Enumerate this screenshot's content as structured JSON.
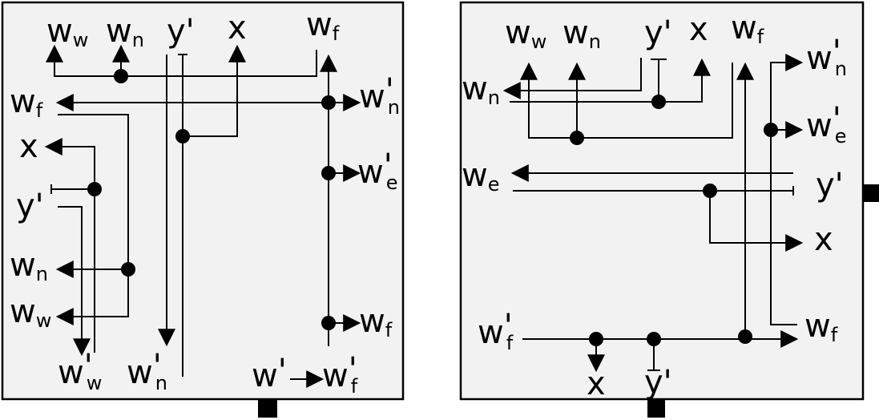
{
  "panels": [
    {
      "labels": {
        "top_ww": {
          "base": "w",
          "sub": "w",
          "prime": ""
        },
        "top_wn": {
          "base": "w",
          "sub": "n",
          "prime": ""
        },
        "top_y": {
          "base": "y",
          "sub": "",
          "prime": "'"
        },
        "top_x": {
          "base": "x",
          "sub": "",
          "prime": ""
        },
        "top_wf": {
          "base": "w",
          "sub": "f",
          "prime": ""
        },
        "left_wf": {
          "base": "w",
          "sub": "f",
          "prime": ""
        },
        "left_x": {
          "base": "x",
          "sub": "",
          "prime": ""
        },
        "left_y": {
          "base": "y",
          "sub": "",
          "prime": "'"
        },
        "left_wn": {
          "base": "w",
          "sub": "n",
          "prime": ""
        },
        "left_ww": {
          "base": "w",
          "sub": "w",
          "prime": ""
        },
        "right_wn_p": {
          "base": "w",
          "sub": "n",
          "prime": "'"
        },
        "right_we_p": {
          "base": "w",
          "sub": "e",
          "prime": "'"
        },
        "right_wf": {
          "base": "w",
          "sub": "f",
          "prime": ""
        },
        "bot_ww_p": {
          "base": "w",
          "sub": "w",
          "prime": "'"
        },
        "bot_wn_p": {
          "base": "w",
          "sub": "n",
          "prime": "'"
        },
        "bot_w_p": {
          "base": "w",
          "sub": "",
          "prime": "'"
        },
        "bot_wf_p": {
          "base": "w",
          "sub": "f",
          "prime": "'"
        }
      }
    },
    {
      "labels": {
        "top_ww": {
          "base": "w",
          "sub": "w",
          "prime": ""
        },
        "top_wn": {
          "base": "w",
          "sub": "n",
          "prime": ""
        },
        "top_y": {
          "base": "y",
          "sub": "",
          "prime": "'"
        },
        "top_x": {
          "base": "x",
          "sub": "",
          "prime": ""
        },
        "top_wf": {
          "base": "w",
          "sub": "f",
          "prime": ""
        },
        "left_wn": {
          "base": "w",
          "sub": "n",
          "prime": ""
        },
        "left_we": {
          "base": "w",
          "sub": "e",
          "prime": ""
        },
        "left_wf_p": {
          "base": "w",
          "sub": "f",
          "prime": "'"
        },
        "right_wn_p": {
          "base": "w",
          "sub": "n",
          "prime": "'"
        },
        "right_we_p": {
          "base": "w",
          "sub": "e",
          "prime": "'"
        },
        "right_y": {
          "base": "y",
          "sub": "",
          "prime": "'"
        },
        "right_x": {
          "base": "x",
          "sub": "",
          "prime": ""
        },
        "right_wf": {
          "base": "w",
          "sub": "f",
          "prime": ""
        },
        "bot_x": {
          "base": "x",
          "sub": "",
          "prime": ""
        },
        "bot_y": {
          "base": "y",
          "sub": "",
          "prime": "'"
        }
      }
    }
  ],
  "colors": {
    "background": "#f2f2f2",
    "line": "#000000"
  }
}
